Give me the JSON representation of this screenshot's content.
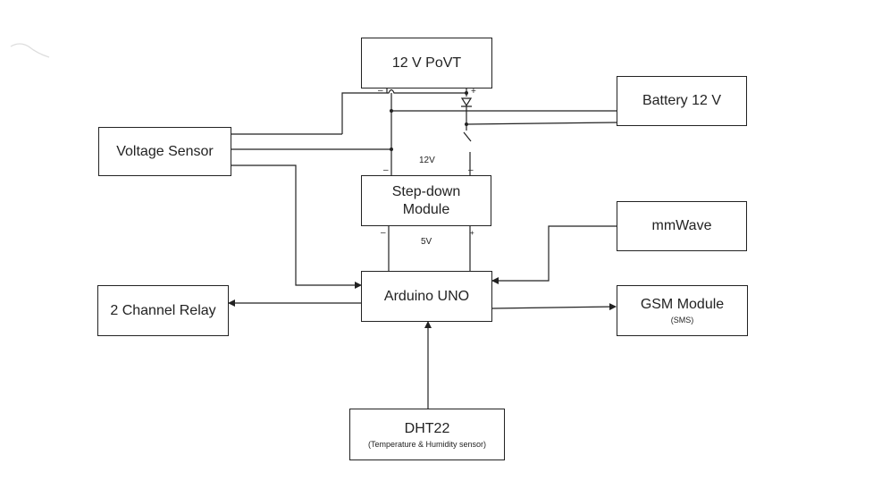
{
  "blocks": {
    "povt": {
      "label": "12 V  PoVT"
    },
    "battery": {
      "label": "Battery 12 V"
    },
    "voltage_sensor": {
      "label": "Voltage Sensor"
    },
    "stepdown": {
      "line1": "Step-down",
      "line2": "Module"
    },
    "mmwave": {
      "label": "mmWave"
    },
    "arduino": {
      "label": "Arduino UNO"
    },
    "relay": {
      "label": "2 Channel Relay"
    },
    "gsm": {
      "label": "GSM Module",
      "sub": "(SMS)"
    },
    "dht": {
      "label": "DHT22",
      "sub": "(Temperature & Humidity sensor)"
    }
  },
  "wire_labels": {
    "v12": "12V",
    "v5": "5V",
    "minus": "–",
    "plus": "+"
  },
  "colors": {
    "line": "#222222",
    "background": "#ffffff"
  }
}
